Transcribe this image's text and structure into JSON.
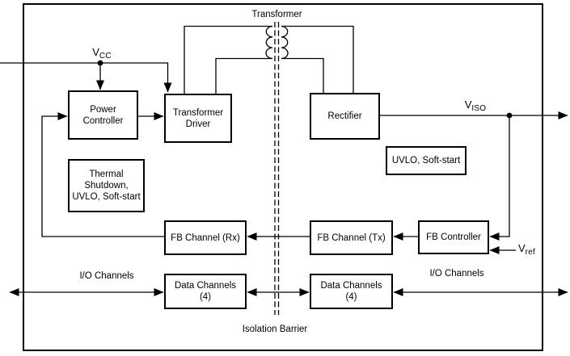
{
  "figure": {
    "type": "functional-block-diagram",
    "labels": {
      "transformer": "Transformer",
      "isolation_barrier": "Isolation Barrier",
      "io_channels_left": "I/O Channels",
      "io_channels_right": "I/O Channels"
    },
    "signals": {
      "vcc": {
        "base": "V",
        "sub": "CC"
      },
      "viso": {
        "base": "V",
        "sub": "ISO"
      },
      "vref": {
        "base": "V",
        "sub": "ref"
      }
    },
    "blocks": {
      "power_controller": "Power\nController",
      "transformer_driver": "Transformer\nDriver",
      "rectifier": "Rectifier",
      "thermal_shutdown": "Thermal\nShutdown,\nUVLO, Soft-start",
      "uvlo_soft_start": "UVLO, Soft-start",
      "fb_channel_rx": "FB Channel (Rx)",
      "fb_channel_tx": "FB Channel (Tx)",
      "fb_controller": "FB Controller",
      "data_channels_left": "Data Channels\n(4)",
      "data_channels_right": "Data Channels\n(4)"
    },
    "colors": {
      "line": "#000000",
      "background": "#ffffff"
    }
  }
}
